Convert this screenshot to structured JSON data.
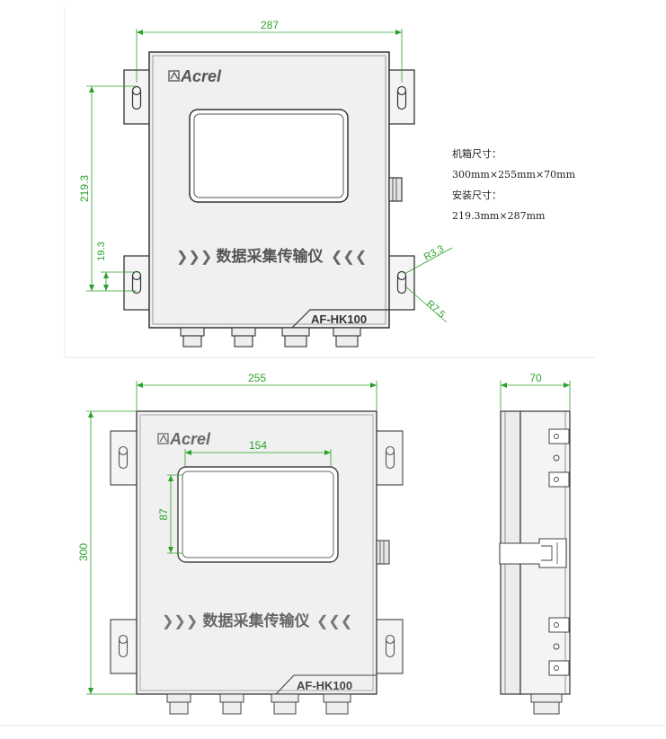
{
  "top_view": {
    "width_dim": "287",
    "height_dim": "219.3",
    "small_dim": "19.3",
    "radius_small": "R3.3",
    "radius_large": "R7.5",
    "brand": "Acrel",
    "banner": "数据采集传输仪",
    "model": "AF-HK100"
  },
  "front_view": {
    "width_dim": "255",
    "height_dim": "300",
    "screen_width_dim": "154",
    "screen_height_dim": "87",
    "brand": "Acrel",
    "banner": "数据采集传输仪",
    "model": "AF-HK100"
  },
  "side_view": {
    "depth_dim": "70"
  },
  "specs": {
    "box_label": "机箱尺寸：",
    "box_value": "300mm×255mm×70mm",
    "install_label": "安装尺寸：",
    "install_value": "219.3mm×287mm"
  },
  "colors": {
    "dimension": "#2aa12a",
    "outline": "#333333",
    "panel": "#f0f0f0"
  }
}
